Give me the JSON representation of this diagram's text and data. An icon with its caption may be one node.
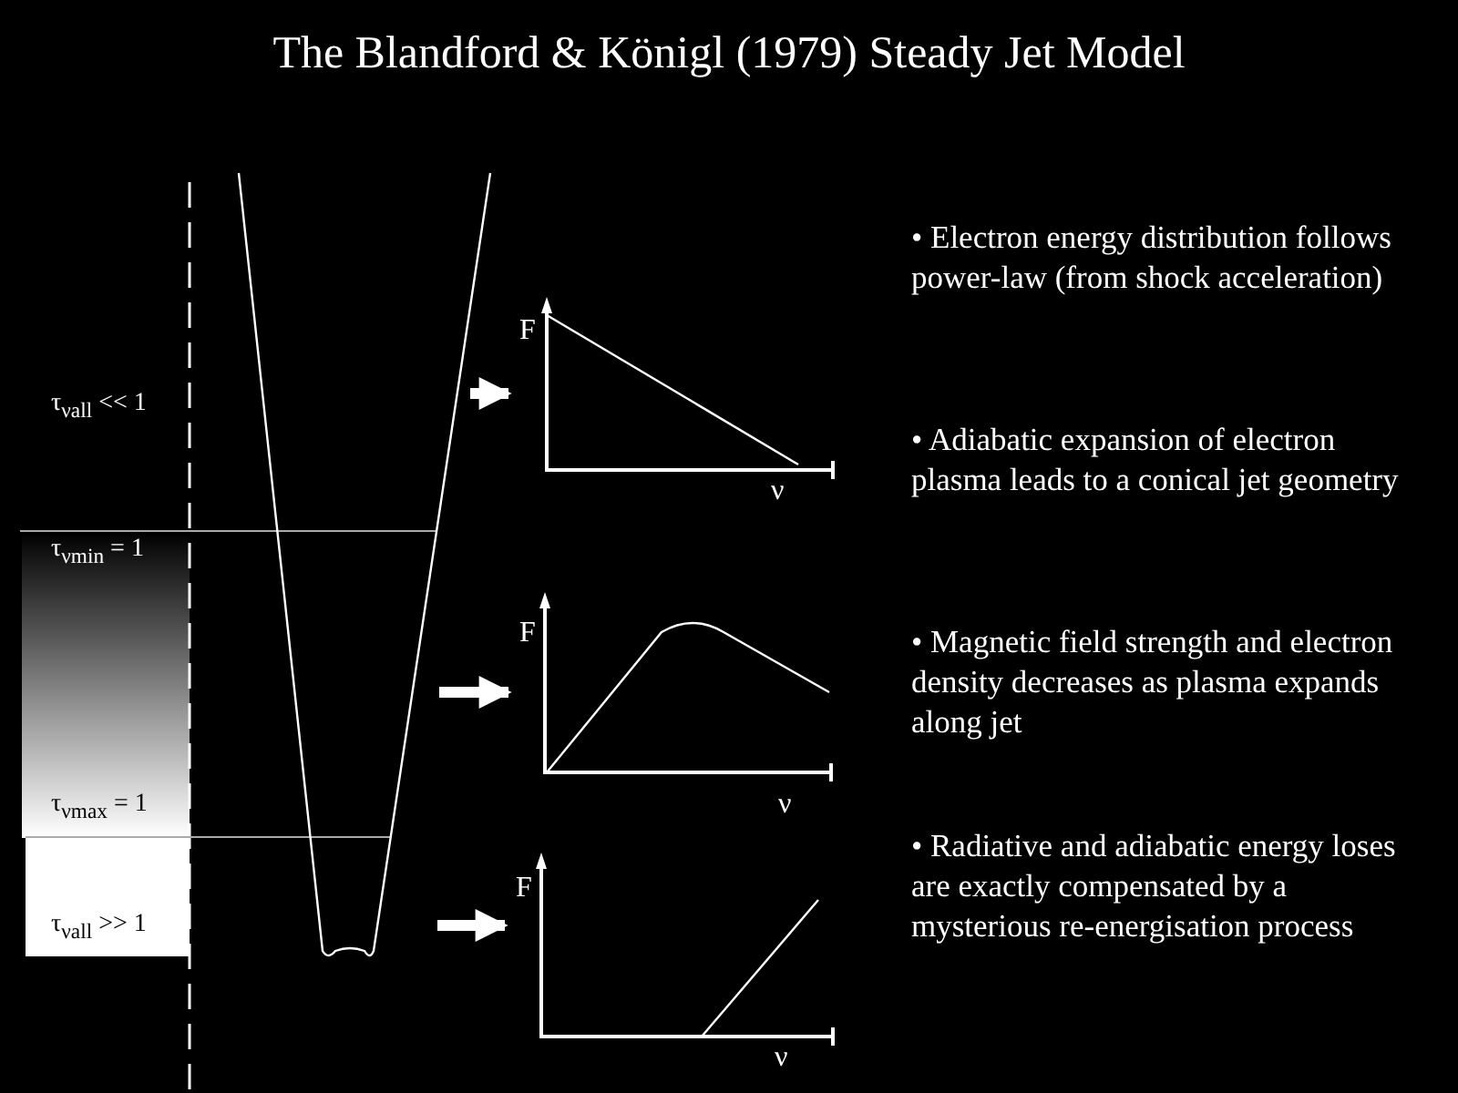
{
  "diagram": {
    "title": "The Blandford & Königl (1979) Steady Jet Model",
    "nodes": [
      {
        "text": [
          "F",
          "ν"
        ]
      },
      {
        "text": [
          "F",
          "ν"
        ]
      },
      {
        "text": [
          "F",
          "ν"
        ]
      }
    ],
    "edges": [
      {
        "from": null,
        "to": 0,
        "arrow": "to"
      },
      {
        "from": null,
        "to": 1,
        "arrow": "to"
      },
      {
        "from": null,
        "to": 2,
        "arrow": "to"
      }
    ],
    "labels": [
      "τ$_{νall}$ << 1",
      "τ$_{νmin}$ = 1",
      "τ$_{νmax}$ = 1",
      "τ$_{νall}$ >> 1",
      "• Electron energy distribution follows power-law (from shock acceleration)",
      "• Adiabatic expansion of electron plasma leads to a conical jet geometry",
      "• Magnetic field strength and electron density decreases as plasma expands along jet",
      "• Radiative and adiabatic energy loses are exactly compensated by a mysterious re-energisation process"
    ]
  }
}
